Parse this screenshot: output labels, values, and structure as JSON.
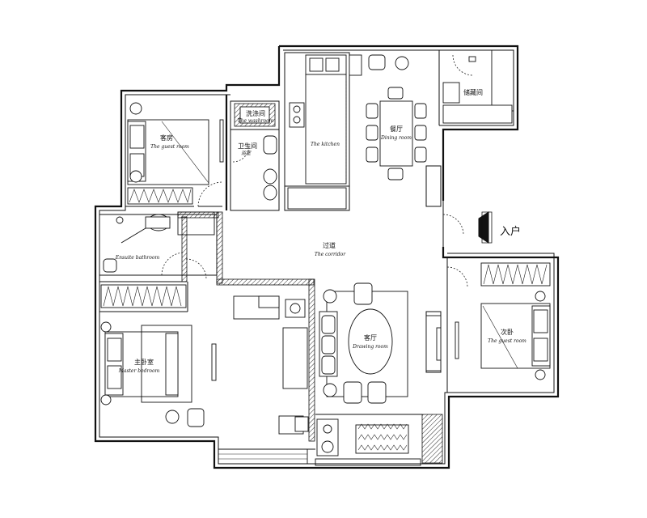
{
  "rooms": {
    "guest_room": {
      "cn": "客房",
      "en": "The guest room"
    },
    "washroom": {
      "cn": "洗涤间",
      "en": "The washroom"
    },
    "bathroom": {
      "cn": "卫生间",
      "en": "浴室"
    },
    "kitchen": {
      "en": "The kitchen"
    },
    "dining": {
      "cn": "餐厅",
      "en": "Dining room"
    },
    "storage": {
      "cn": "储藏间"
    },
    "corridor": {
      "cn": "过道",
      "en": "The corridor"
    },
    "ensuite": {
      "en": "Ensuite bathroom"
    },
    "master": {
      "cn": "主卧室",
      "en": "Master bedroom"
    },
    "living": {
      "cn": "客厅",
      "en": "Drawing room"
    },
    "second_bedroom": {
      "cn": "次卧",
      "en": "The guest room"
    },
    "entrance": {
      "cn": "入户"
    }
  }
}
